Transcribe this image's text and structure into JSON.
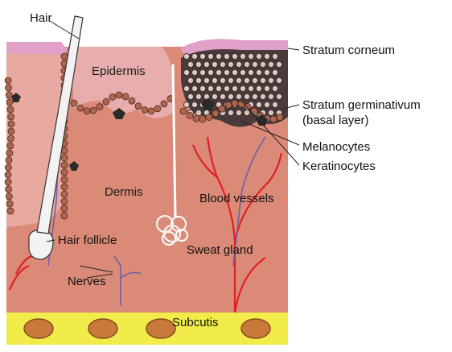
{
  "diagram": {
    "labels": {
      "hair": "Hair",
      "epidermis": "Epidermis",
      "dermis": "Dermis",
      "hair_follicle": "Hair follicle",
      "nerves": "Nerves",
      "blood_vessels": "Blood vessels",
      "sweat_gland": "Sweat gland",
      "subcutis": "Subcutis",
      "stratum_corneum": "Stratum corneum",
      "stratum_germinativum_line1": "Stratum germinativum",
      "stratum_germinativum_line2": "(basal layer)",
      "melanocytes": "Melanocytes",
      "keratinocytes": "Keratinocytes"
    },
    "colors": {
      "dermis": "#dc8a78",
      "epidermis": "#e8aeae",
      "stratum_corneum": "#e0a0c8",
      "subcutis": "#f2ec4a",
      "fat_cell": "#c97a3a",
      "basal_cell": "#b0664e",
      "melanocyte": "#2a2a2a",
      "blood_vessel": "#e02020",
      "nerve": "#7060a0",
      "keratinocyte_bg": "#4a3a3a",
      "leader_line": "#222222"
    }
  }
}
